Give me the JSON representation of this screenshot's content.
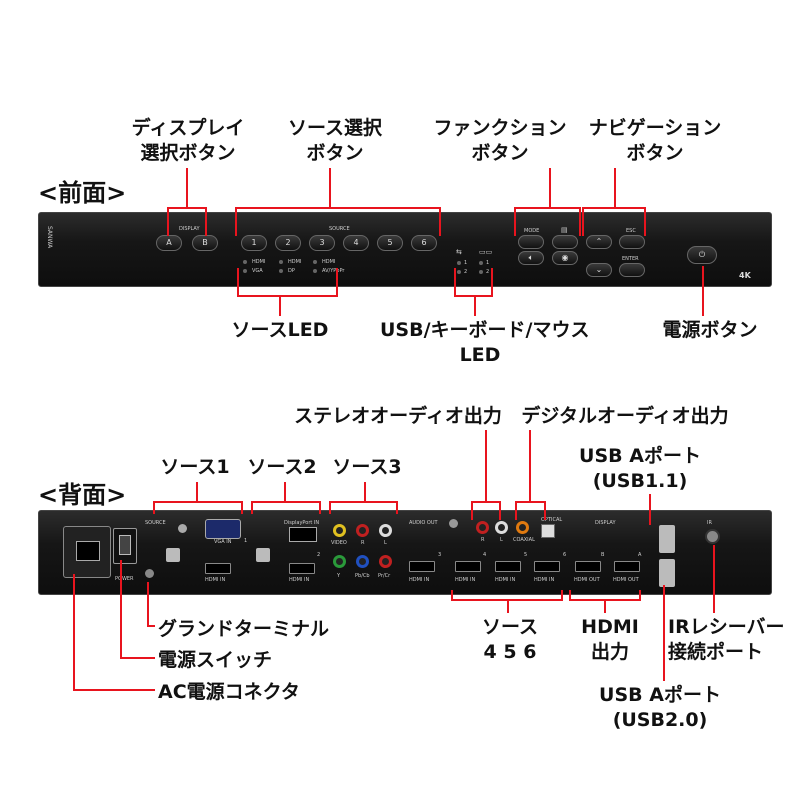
{
  "front": {
    "title": "<前面>",
    "labels": {
      "display_btn": [
        "ディスプレイ",
        "選択ボタン"
      ],
      "source_btn": [
        "ソース選択",
        "ボタン"
      ],
      "function_btn": [
        "ファンクション",
        "ボタン"
      ],
      "nav_btn": [
        "ナビゲーション",
        "ボタン"
      ],
      "source_led": "ソースLED",
      "usb_led": [
        "USB/キーボード/マウス",
        "LED"
      ],
      "power_btn": "電源ボタン"
    },
    "panel": {
      "brand": "SANWA",
      "display": "DISPLAY",
      "display_buttons": [
        "A",
        "B"
      ],
      "source": "SOURCE",
      "source_buttons": [
        "1",
        "2",
        "3",
        "4",
        "5",
        "6"
      ],
      "led_labels": [
        "HDMI",
        "HDMI",
        "HDMI",
        "VGA",
        "DP",
        "AV/YPbPr"
      ],
      "usb_led_labels": [
        "1",
        "1",
        "2",
        "2"
      ],
      "mode": "MODE",
      "esc": "ESC",
      "enter": "ENTER",
      "badge": "4K"
    }
  },
  "back": {
    "title": "<背面>",
    "labels": {
      "source1": "ソース1",
      "source2": "ソース2",
      "source3": "ソース3",
      "stereo_out": "ステレオオーディオ出力",
      "digital_out": "デジタルオーディオ出力",
      "usb_a_11": [
        "USB Aポート",
        "(USB1.1)"
      ],
      "ground": "グランドターミナル",
      "power_switch": "電源スイッチ",
      "ac_connector": "AC電源コネクタ",
      "source456": [
        "ソース",
        "4 5 6"
      ],
      "hdmi_out": [
        "HDMI",
        "出力"
      ],
      "ir_receiver": [
        "IRレシーバー",
        "接続ポート"
      ],
      "usb_a_20": [
        "USB Aポート",
        "(USB2.0)"
      ]
    },
    "panel": {
      "source": "SOURCE",
      "vga_in": "VGA IN",
      "dp_in": "DisplayPort IN",
      "video": "VIDEO",
      "r": "R",
      "l": "L",
      "y": "Y",
      "pbcb": "Pb/Cb",
      "prcr": "Pr/Cr",
      "hdmi_in": "HDMI IN",
      "audio_out": "AUDIO OUT",
      "coaxial": "COAXIAL",
      "optical": "OPTICAL",
      "display": "DISPLAY",
      "hdmi_out": "HDMI OUT",
      "a": "A",
      "b": "B",
      "power": "POWER",
      "ir": "IR",
      "num1": "1",
      "num2": "2",
      "num3": "3",
      "num4": "4",
      "num5": "5",
      "num6": "6"
    }
  },
  "colors": {
    "callout": "#e8141e",
    "panel": "#151515"
  }
}
